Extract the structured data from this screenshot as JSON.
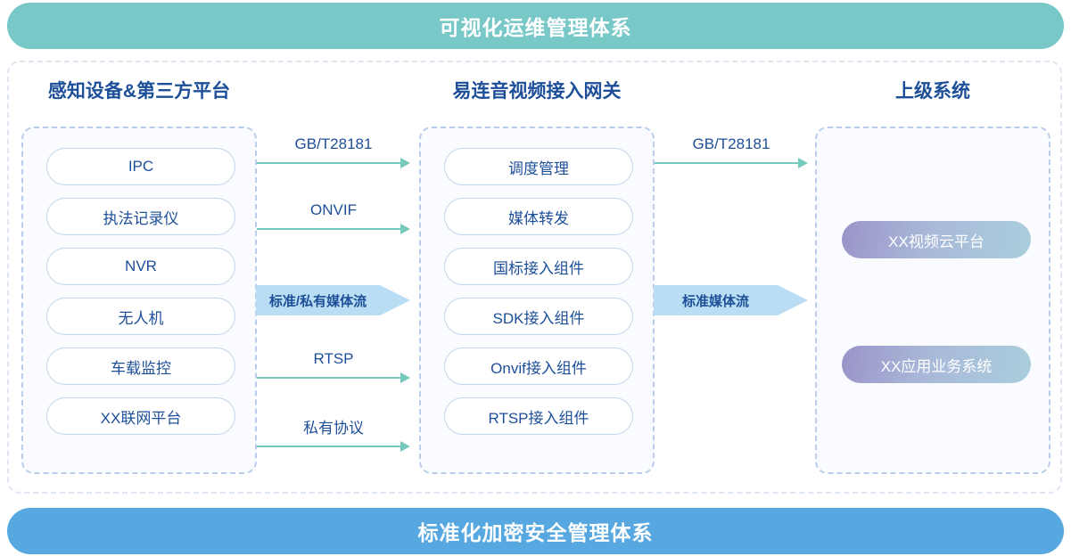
{
  "banners": {
    "top": "可视化运维管理体系",
    "bottom": "标准化加密安全管理体系",
    "top_color": "#79c8c8",
    "bottom_color": "#57a8e0"
  },
  "columns": [
    {
      "title": "感知设备&第三方平台",
      "items": [
        {
          "label": "IPC"
        },
        {
          "label": "执法记录仪"
        },
        {
          "label": "NVR"
        },
        {
          "label": "无人机"
        },
        {
          "label": "车载监控"
        },
        {
          "label": "XX联网平台"
        }
      ]
    },
    {
      "title": "易连音视频接入网关",
      "items": [
        {
          "label": "调度管理"
        },
        {
          "label": "媒体转发"
        },
        {
          "label": "国标接入组件"
        },
        {
          "label": "SDK接入组件"
        },
        {
          "label": "Onvif接入组件"
        },
        {
          "label": "RTSP接入组件"
        }
      ]
    },
    {
      "title": "上级系统",
      "items": [
        {
          "label": "XX视频云平台"
        },
        {
          "label": "XX应用业务系统"
        }
      ]
    }
  ],
  "connectors": {
    "left_group": [
      {
        "label": "GB/T28181",
        "style": "thin"
      },
      {
        "label": "ONVIF",
        "style": "thin"
      },
      {
        "label": "标准/私有媒体流",
        "style": "block"
      },
      {
        "label": "RTSP",
        "style": "thin"
      },
      {
        "label": "私有协议",
        "style": "thin"
      }
    ],
    "right_group": [
      {
        "label": "GB/T28181",
        "style": "thin"
      },
      {
        "label": "标准媒体流",
        "style": "block"
      }
    ]
  },
  "palette": {
    "heading_text": "#1d4f99",
    "pill_border": "#c3d4ea",
    "panel_border": "#b9cdea",
    "panel_fill": "#fafbfe",
    "thin_arrow": "#76c9bd",
    "block_arrow": "#b9ddf2",
    "gradient_start": "#9a94c8",
    "gradient_end": "#a9cedd"
  }
}
